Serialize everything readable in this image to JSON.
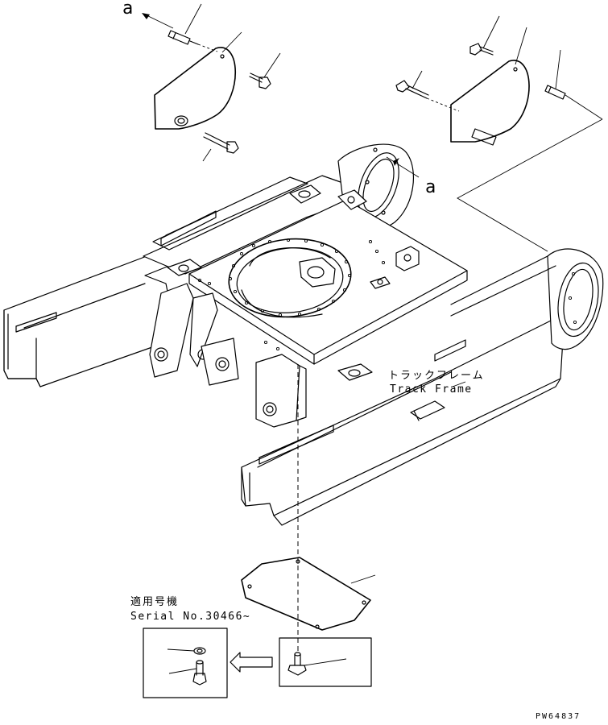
{
  "labels": {
    "view_marker_top": "a",
    "view_marker_frame": "a",
    "track_frame_jp": "トラックフレーム",
    "track_frame_en": "Track Frame",
    "applicable_jp": "適用号機",
    "serial_text": "Serial No.30466~",
    "drawing_code": "PW64837"
  },
  "parts": [
    "bolt-upper-left-pin",
    "cover-left",
    "bolt-left-upper",
    "bolt-left-lower",
    "bolt-right-upper",
    "cover-right",
    "pin-right",
    "bolt-right-lower",
    "under-cover",
    "bolt-under",
    "washer-alt",
    "bolt-alt"
  ]
}
